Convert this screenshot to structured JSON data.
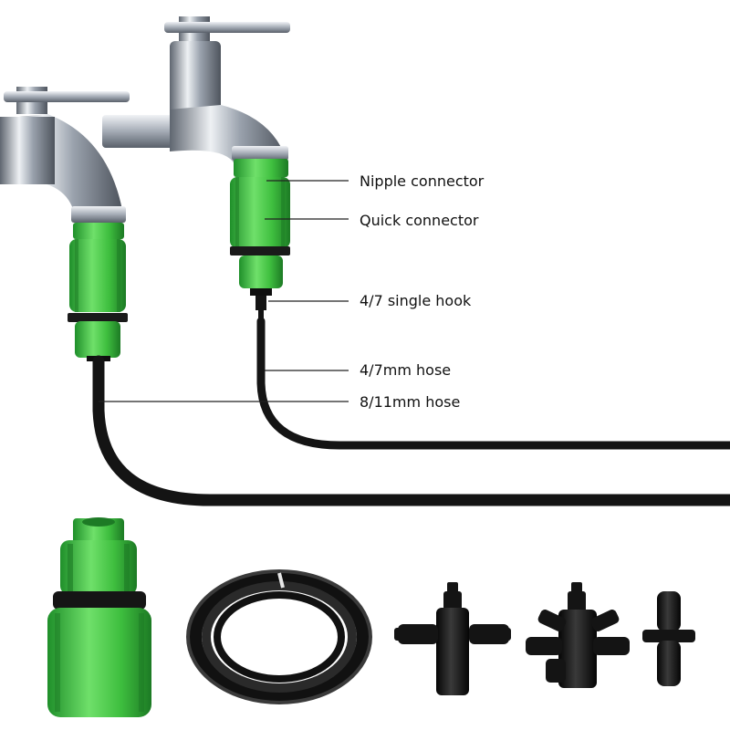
{
  "labels": {
    "nipple_connector": "Nipple connector",
    "quick_connector": "Quick connector",
    "single_hook": "4/7 single hook",
    "hose_4_7": "4/7mm hose",
    "hose_8_11": "8/11mm hose"
  },
  "colors": {
    "connector_green": "#3fbf3f",
    "connector_green_dark": "#1f8f2a",
    "hose_black": "#141414",
    "chrome": "#c9ced6",
    "chrome_dark": "#6b7380"
  },
  "items": [
    "left-faucet",
    "right-faucet",
    "hose-coil",
    "tee-connector",
    "cross-connector",
    "straight-connector",
    "quick-connector-closeup"
  ]
}
